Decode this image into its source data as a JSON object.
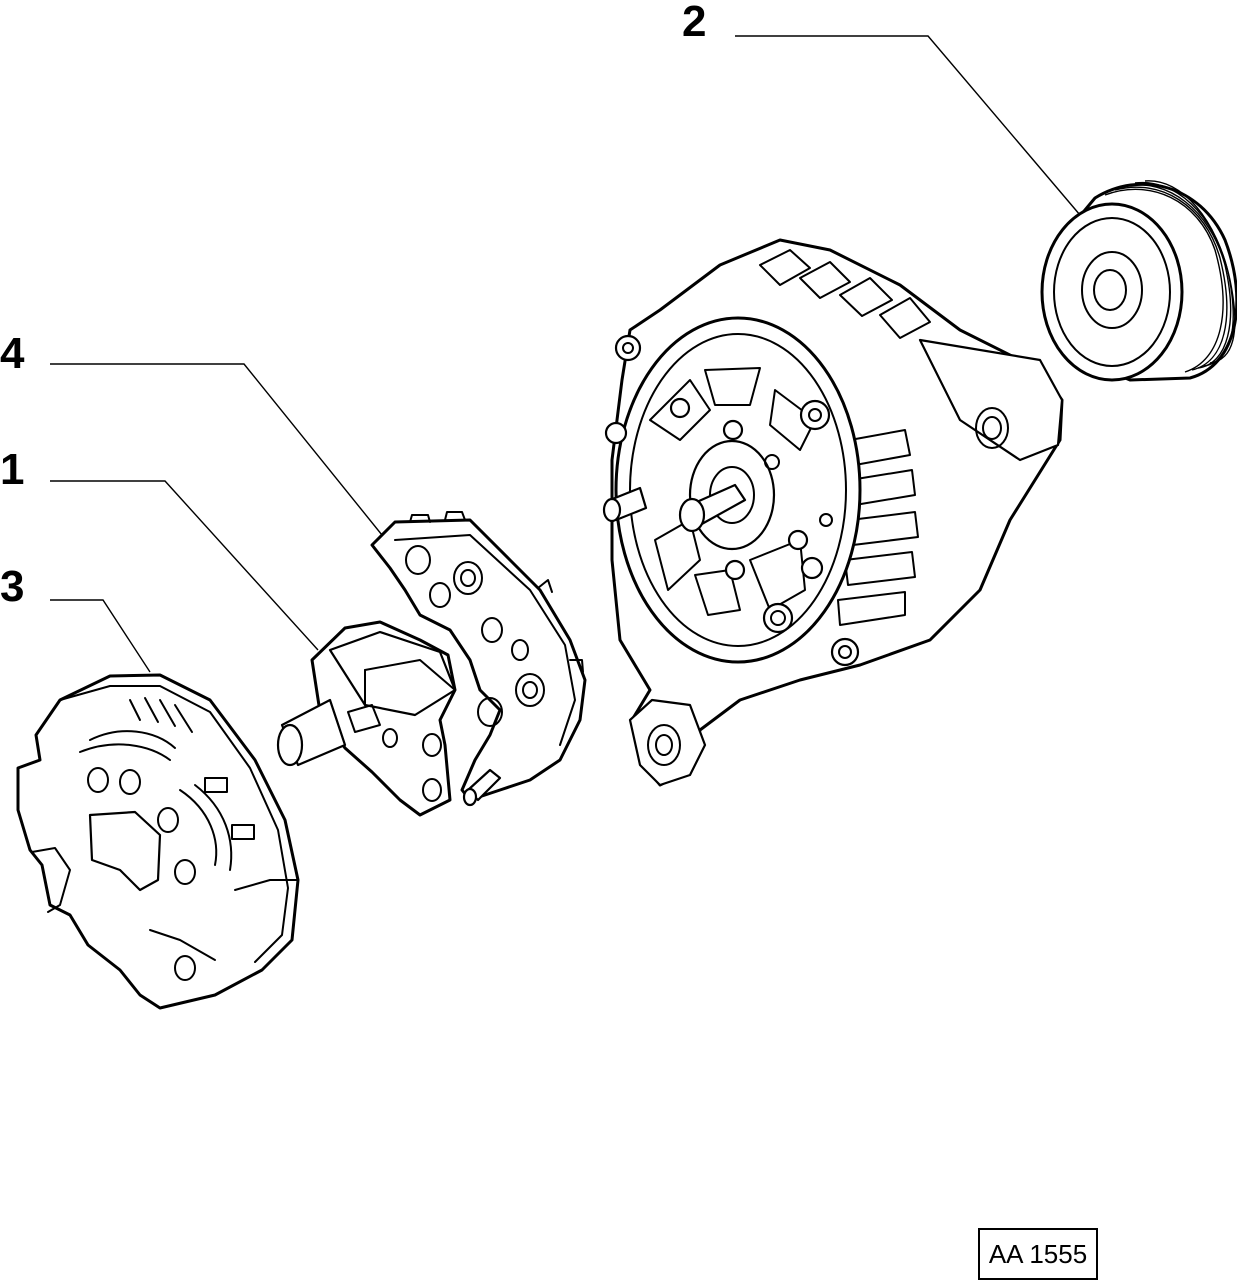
{
  "callouts": [
    {
      "id": "1",
      "label": "1"
    },
    {
      "id": "2",
      "label": "2"
    },
    {
      "id": "3",
      "label": "3"
    },
    {
      "id": "4",
      "label": "4"
    }
  ],
  "reference": {
    "code": "AA 1555"
  }
}
